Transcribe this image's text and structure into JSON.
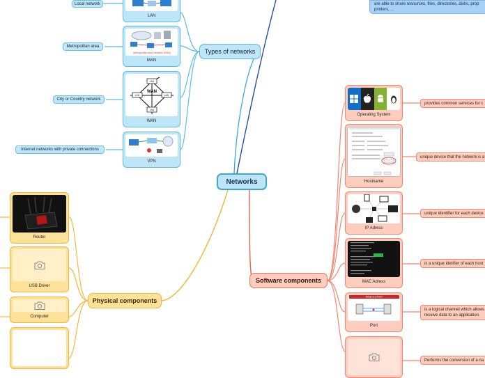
{
  "root": {
    "label": "Networks"
  },
  "note": {
    "line1": "are able to share resources, files, directories, disks, prop",
    "line2": "printers, ..."
  },
  "types": {
    "label": "Types of networks",
    "items": [
      {
        "caption": "LAN",
        "description": "Local network"
      },
      {
        "caption": "MAN",
        "description": "Metropolitan area",
        "image_text": "Metropolitan Area Network (MAN)"
      },
      {
        "caption": "WAN",
        "description": "City or Country network",
        "image_text": "WAN",
        "lan_label": "LAN"
      },
      {
        "caption": "VPN",
        "description": "Internet networks with private connections"
      }
    ]
  },
  "physical": {
    "label": "Physical components",
    "items": [
      {
        "caption": "Router"
      },
      {
        "caption": "USB Driver"
      },
      {
        "caption": "Computer"
      }
    ]
  },
  "software": {
    "label": "Software components",
    "items": [
      {
        "caption": "Operating System",
        "description": "provides common services for c"
      },
      {
        "caption": "Hostname",
        "description": "unique device that the network is a"
      },
      {
        "caption": "IP Adress",
        "description": "unique identifier for each device"
      },
      {
        "caption": "MAC Adress",
        "description": "is a unique idetifier of each host"
      },
      {
        "caption": "Port",
        "description_line1": "is a logical channel which allows",
        "description_line2": "receive data to an application.",
        "image_text": "What is a Port?"
      },
      {
        "caption": "",
        "description": "Performs the conversion of a na"
      }
    ]
  },
  "colors": {
    "blue_branch": "#3aa7dd",
    "navy_branch": "#1f4fae",
    "orange_branch": "#e8644a",
    "yellow_branch": "#f2b630"
  },
  "icons": [
    "camera-icon",
    "windows-icon",
    "apple-icon",
    "android-icon",
    "linux-icon"
  ]
}
